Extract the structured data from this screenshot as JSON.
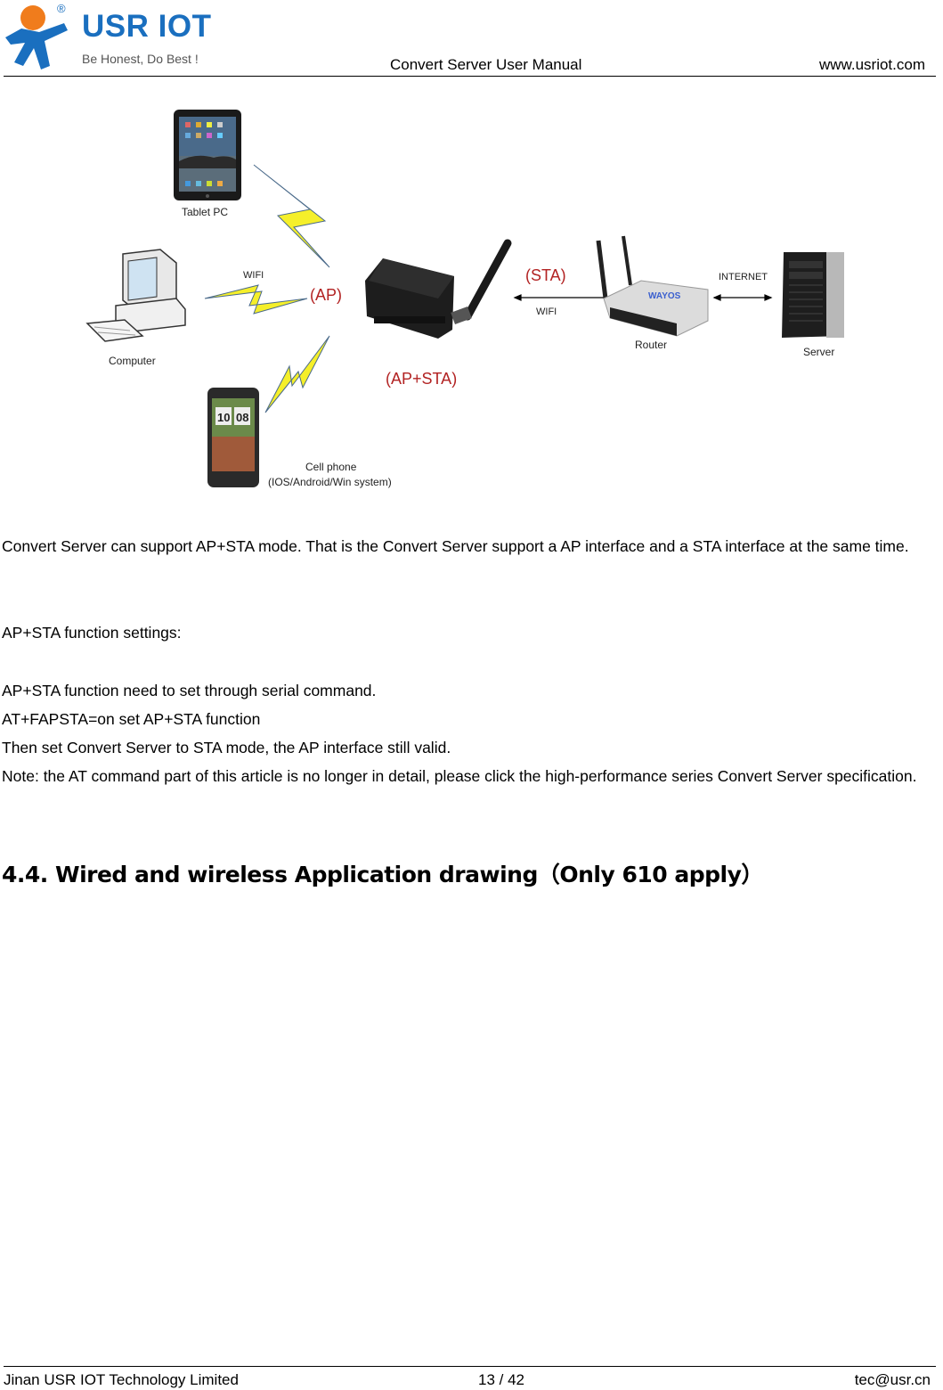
{
  "header": {
    "logo": {
      "brand": "USR IOT",
      "registered_mark": "®",
      "tagline": "Be Honest, Do Best !",
      "icon": "usr-iot-figure-logo",
      "colors": {
        "brand_blue": "#1a6fbf",
        "head_orange": "#f07c1c"
      }
    },
    "title": "Convert Server User Manual",
    "url": "www.usriot.com"
  },
  "diagram": {
    "devices": [
      {
        "name": "tablet",
        "label": "Tablet PC"
      },
      {
        "name": "computer",
        "label": "Computer"
      },
      {
        "name": "cell-phone",
        "label_line1": "Cell phone",
        "label_line2": "(IOS/Android/Win system)"
      },
      {
        "name": "convert-server",
        "label": "(AP+STA)"
      },
      {
        "name": "router",
        "label": "Router"
      },
      {
        "name": "server",
        "label": "Server"
      }
    ],
    "links": {
      "wifi_left": "WIFI",
      "ap_label": "(AP)",
      "sta_label": "(STA)",
      "wifi_right": "WIFI",
      "internet": "INTERNET"
    },
    "colors": {
      "mode_label_red": "#b22222",
      "lightning_yellow": "#f5ef2a"
    }
  },
  "body": {
    "p1": "Convert Server can support AP+STA mode. That is the Convert Server support a AP interface and a STA interface at the same time.",
    "p2": "AP+STA function settings:",
    "lines": [
      "AP+STA function need to set through serial command.",
      "AT+FAPSTA=on set AP+STA function",
      "Then set Convert Server to STA mode, the AP interface still valid."
    ],
    "note": "Note: the AT command part of this article is no longer in detail, please click the high-performance series Convert Server specification."
  },
  "section": {
    "heading": "4.4. Wired and wireless Application drawing（Only 610 apply）"
  },
  "footer": {
    "company": "Jinan USR IOT Technology Limited",
    "page": "13 / 42",
    "email": "tec@usr.cn"
  }
}
